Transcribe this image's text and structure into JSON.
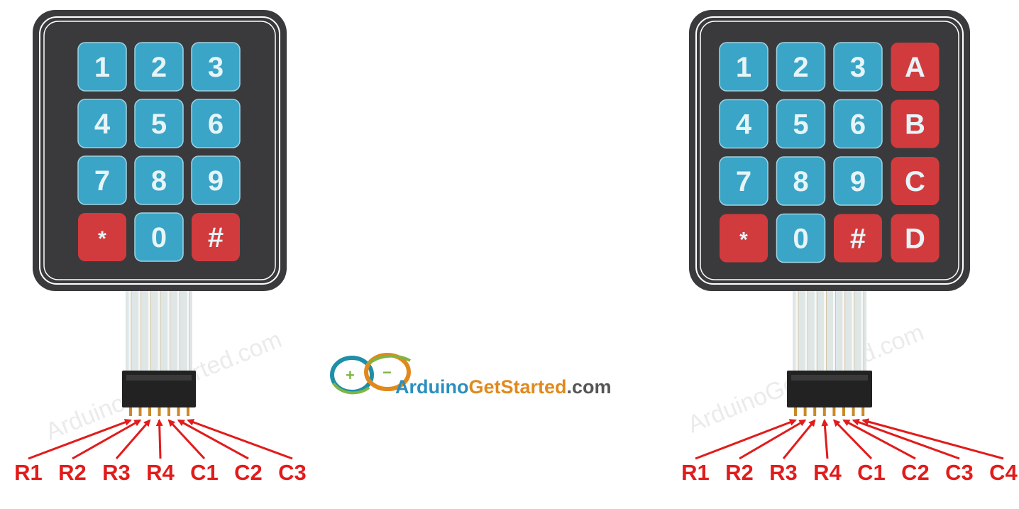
{
  "logo": {
    "brand_part1": "Arduino",
    "brand_part2": "GetStarted",
    "brand_part3": ".com",
    "colors": {
      "part1": "#2a8fbf",
      "part2": "#e08a1e",
      "part3": "#555555",
      "ring_teal": "#1f8fa6",
      "ring_orange": "#e0891d",
      "ring_green": "#7fb543"
    }
  },
  "watermark": {
    "text": "ArduinoGetStarted.com"
  },
  "colors": {
    "frame": "#3a3a3c",
    "frame_line": "#ffffff",
    "key_blue": "#3aa5c6",
    "key_red": "#d23b3d",
    "key_text": "#e6f4f8",
    "ribbon": "#dfe6e6",
    "ribbon_line": "#c6a060",
    "connector": "#222222",
    "pin": "#c88a2a",
    "arrow": "#e21b1b"
  },
  "keypad_3x4": {
    "rows": [
      [
        {
          "label": "1",
          "color": "blue"
        },
        {
          "label": "2",
          "color": "blue"
        },
        {
          "label": "3",
          "color": "blue"
        }
      ],
      [
        {
          "label": "4",
          "color": "blue"
        },
        {
          "label": "5",
          "color": "blue"
        },
        {
          "label": "6",
          "color": "blue"
        }
      ],
      [
        {
          "label": "7",
          "color": "blue"
        },
        {
          "label": "8",
          "color": "blue"
        },
        {
          "label": "9",
          "color": "blue"
        }
      ],
      [
        {
          "label": "*",
          "color": "red"
        },
        {
          "label": "0",
          "color": "blue"
        },
        {
          "label": "#",
          "color": "red"
        }
      ]
    ],
    "pins": [
      "R1",
      "R2",
      "R3",
      "R4",
      "C1",
      "C2",
      "C3"
    ]
  },
  "keypad_4x4": {
    "rows": [
      [
        {
          "label": "1",
          "color": "blue"
        },
        {
          "label": "2",
          "color": "blue"
        },
        {
          "label": "3",
          "color": "blue"
        },
        {
          "label": "A",
          "color": "red"
        }
      ],
      [
        {
          "label": "4",
          "color": "blue"
        },
        {
          "label": "5",
          "color": "blue"
        },
        {
          "label": "6",
          "color": "blue"
        },
        {
          "label": "B",
          "color": "red"
        }
      ],
      [
        {
          "label": "7",
          "color": "blue"
        },
        {
          "label": "8",
          "color": "blue"
        },
        {
          "label": "9",
          "color": "blue"
        },
        {
          "label": "C",
          "color": "red"
        }
      ],
      [
        {
          "label": "*",
          "color": "red"
        },
        {
          "label": "0",
          "color": "blue"
        },
        {
          "label": "#",
          "color": "red"
        },
        {
          "label": "D",
          "color": "red"
        }
      ]
    ],
    "pins": [
      "R1",
      "R2",
      "R3",
      "R4",
      "C1",
      "C2",
      "C3",
      "C4"
    ]
  }
}
